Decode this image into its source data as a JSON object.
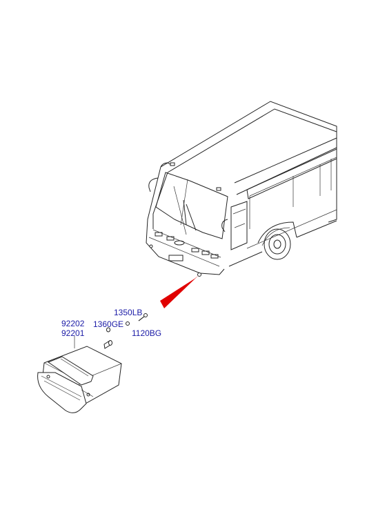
{
  "diagram": {
    "part_labels": {
      "p92202": "92202",
      "p92201": "92201",
      "p1360GE": "1360GE",
      "p1350LB": "1350LB",
      "p1120BG": "1120BG"
    },
    "colors": {
      "label": "#1a1aa6",
      "arrow": "#e00000",
      "line": "#222222",
      "background": "#ffffff"
    }
  }
}
